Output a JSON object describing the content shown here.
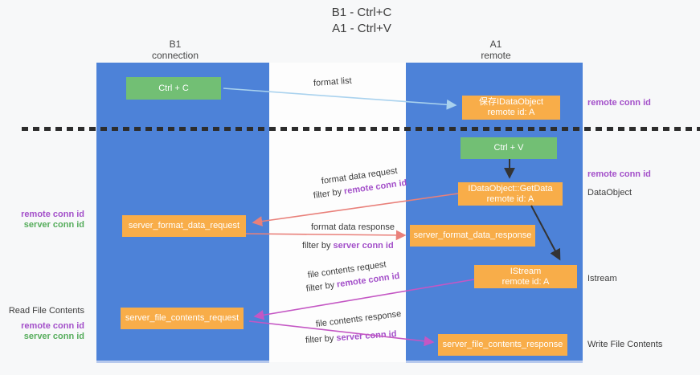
{
  "title": {
    "line1": "B1 - Ctrl+C",
    "line2": "A1 - Ctrl+V"
  },
  "columns": {
    "left": {
      "name": "B1",
      "role": "connection"
    },
    "right": {
      "name": "A1",
      "role": "remote"
    }
  },
  "nodes": {
    "ctrl_c": {
      "label": "Ctrl + C"
    },
    "ctrl_v": {
      "label": "Ctrl + V"
    },
    "save_dataobject": {
      "line1": "保存IDataObject",
      "line2": "remote id: A"
    },
    "getdata": {
      "line1": "IDataObject::GetData",
      "line2": "remote id: A"
    },
    "istream": {
      "line1": "IStream",
      "line2": "remote id: A"
    },
    "server_format_data_request": {
      "label": "server_format_data_request"
    },
    "server_format_data_response": {
      "label": "server_format_data_response"
    },
    "server_file_contents_request": {
      "label": "server_file_contents_request"
    },
    "server_file_contents_response": {
      "label": "server_file_contents_response"
    }
  },
  "edge_labels": {
    "format_list": "format list",
    "format_data_request": "format data request",
    "format_data_response": "format data response",
    "file_contents_request": "file contents request",
    "file_contents_response": "file contents response",
    "filter_by": "filter by ",
    "remote_conn_id": "remote conn id",
    "server_conn_id": "server conn id"
  },
  "side_labels": {
    "remote_conn_id": "remote conn id",
    "server_conn_id": "server conn id",
    "data_object": "DataObject",
    "istream": "Istream",
    "read_file_contents": "Read File Contents",
    "write_file_contents": "Write File Contents"
  },
  "colors": {
    "column_blue": "#4d82d8",
    "node_orange": "#f8ad49",
    "node_green": "#72bf74",
    "arrow_blue": "#a9d2ee",
    "arrow_red": "#e9807a",
    "arrow_magenta": "#c457c4",
    "arrow_black": "#333333",
    "text_purple": "#a34fc9",
    "text_green": "#56ad5c"
  }
}
